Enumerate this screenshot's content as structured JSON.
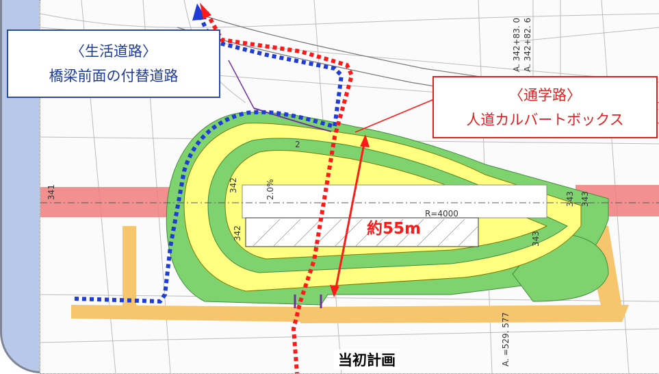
{
  "callouts": {
    "living_road": {
      "title": "〈生活道路〉",
      "subtitle": "橋梁前面の付替道路"
    },
    "school_route": {
      "title": "〈通学路〉",
      "subtitle": "人道カルバートボックス"
    }
  },
  "distance_label": "約55m",
  "plan_title": "当初計画",
  "map_labels": {
    "station_341": "341",
    "station_342_upper": "342",
    "station_342_lower": "342",
    "station_343_right": "343",
    "station_343_right2": "343",
    "station_343_mid": "343",
    "radius": "R=4000",
    "sta_a": "A. 342+83. 0",
    "sta_b": "A. 342+82. 6",
    "sta_c": "A. =529. 577",
    "curve_no": "2",
    "grade": "2.0%"
  },
  "colors": {
    "blue_route": "#1f3cd4",
    "red_route": "#ff1a1a",
    "green_slope": "#7fd36f",
    "yellow_road": "#ffff80",
    "orange_road": "#f6c66f",
    "red_band": "#f07c7c",
    "panel_bg": "#b8c8e8"
  }
}
